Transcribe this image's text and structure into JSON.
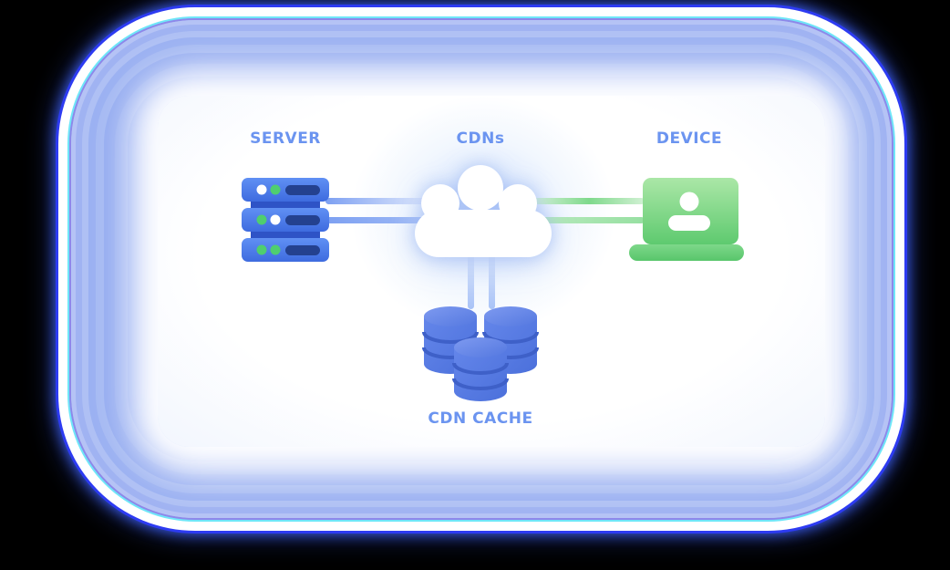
{
  "scene": {
    "background_color": "#000000",
    "frame_glow_color": "#8FA8F1",
    "frame_edge_color": "#2D3BF2",
    "card_color": "#FFFFFF",
    "label_color": "#6B94F0"
  },
  "diagram": {
    "nodes": [
      {
        "id": "server",
        "label": "SERVER",
        "icon": "server-rack-icon",
        "primary_color": "#3E6BDF"
      },
      {
        "id": "cdns",
        "label": "CDNs",
        "icon": "cloud-icon",
        "primary_color": "#FFFFFF"
      },
      {
        "id": "device",
        "label": "DEVICE",
        "icon": "laptop-user-icon",
        "primary_color": "#5ECA6F"
      },
      {
        "id": "cdn_cache",
        "label": "CDN CACHE",
        "icon": "database-cluster-icon",
        "primary_color": "#5077DE"
      }
    ],
    "edges": [
      {
        "from": "server",
        "to": "cdns",
        "style": "double-parallel-line",
        "color": "#7DA0F2"
      },
      {
        "from": "cdns",
        "to": "device",
        "style": "double-parallel-line",
        "color": "#7FD98C"
      },
      {
        "from": "cdns",
        "to": "cdn_cache",
        "style": "double-parallel-line",
        "color": "#A9C3F7"
      }
    ]
  }
}
